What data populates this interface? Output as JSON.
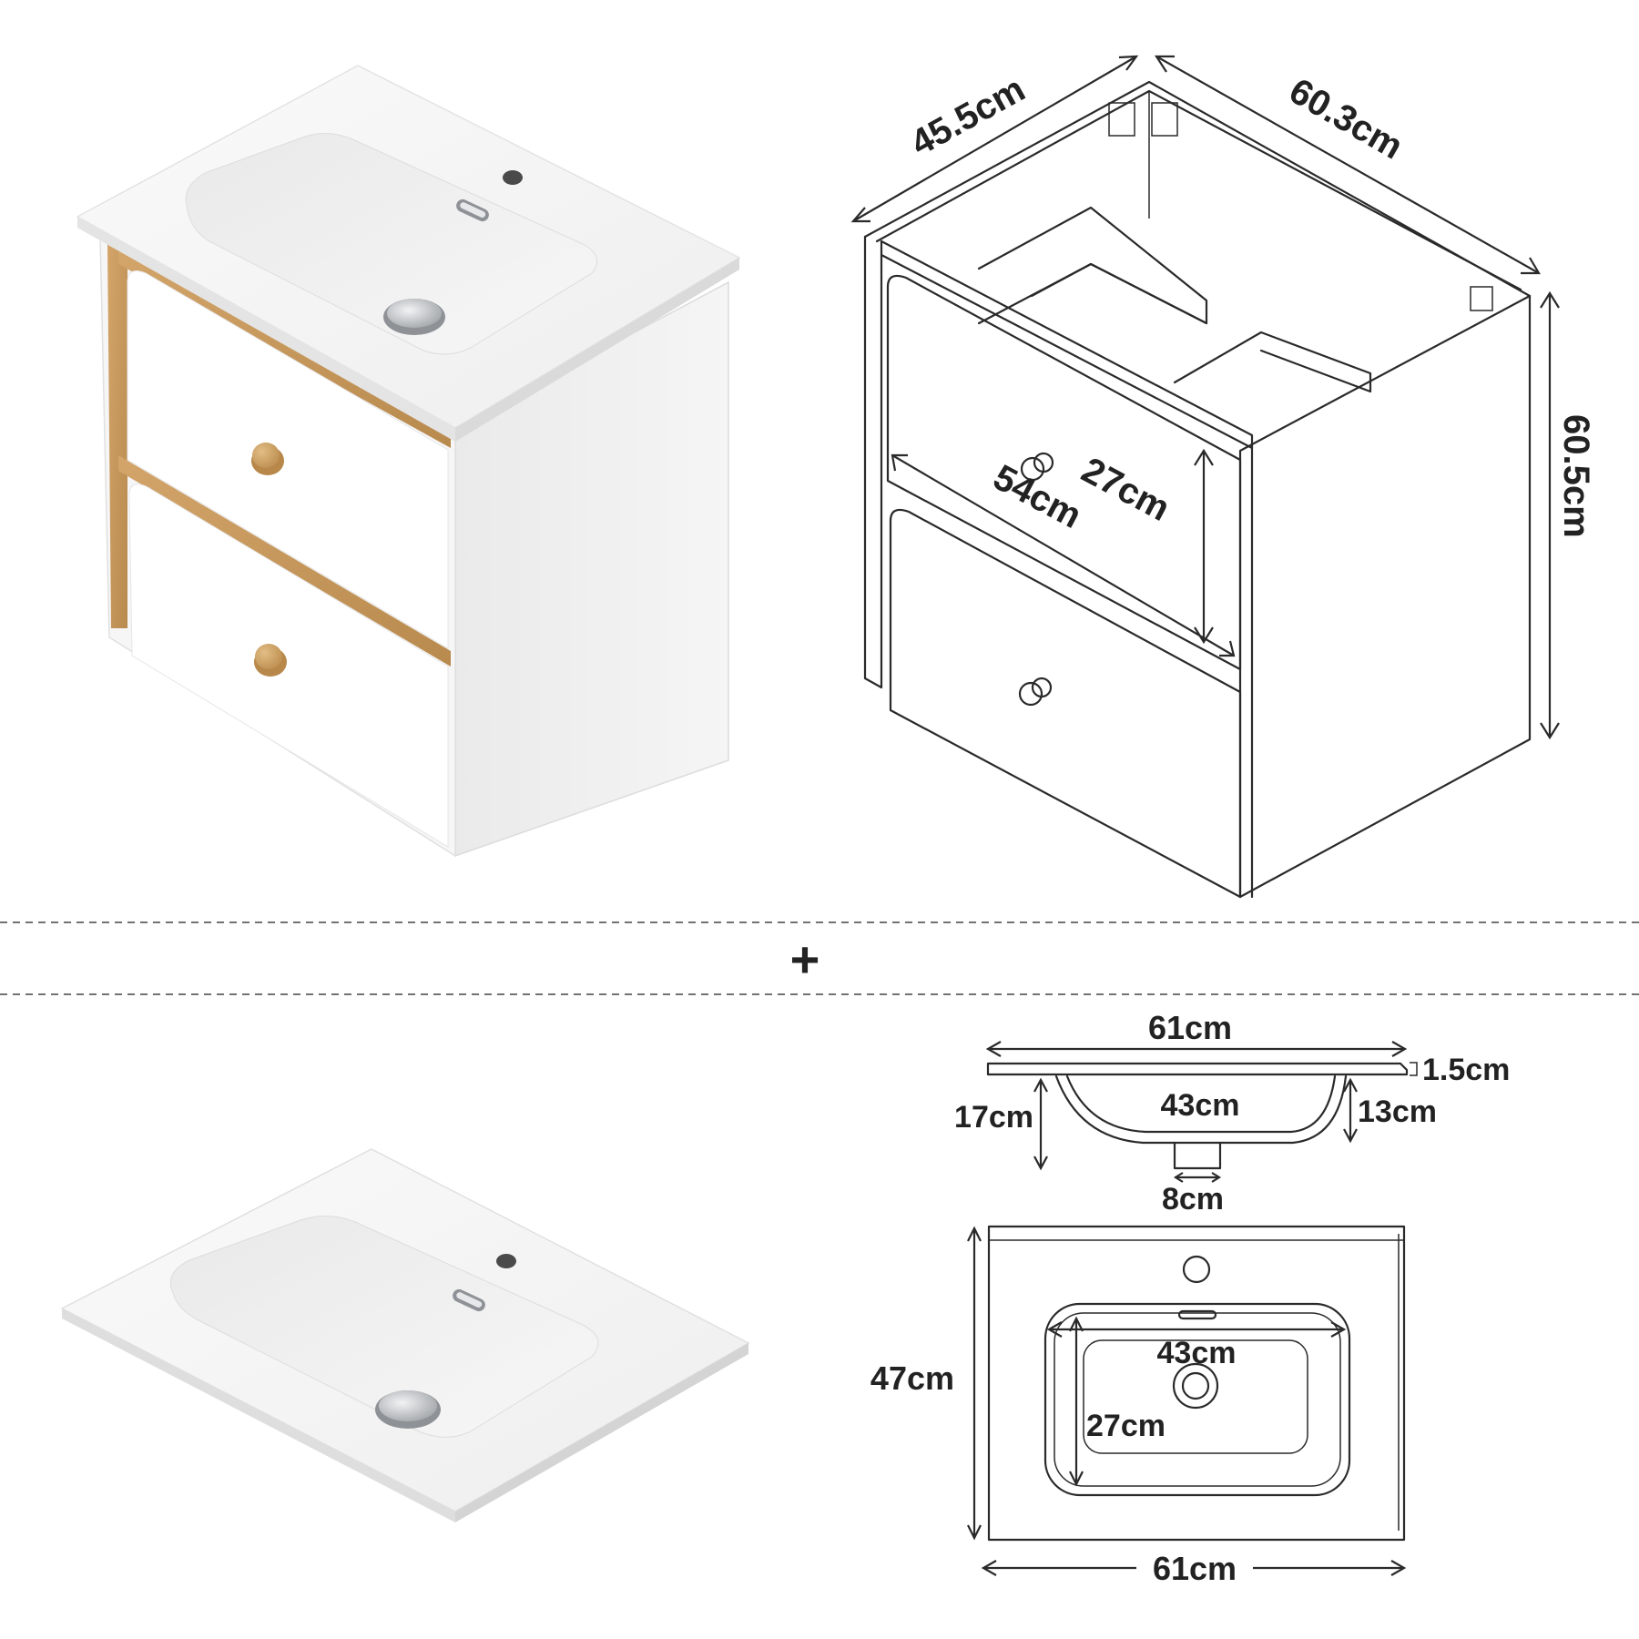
{
  "cabinet": {
    "depth": "45.5cm",
    "width": "60.3cm",
    "height": "60.5cm",
    "drawer_width": "54cm",
    "drawer_height": "27cm"
  },
  "basin_side": {
    "total_width": "61cm",
    "rim_thickness": "1.5cm",
    "total_depth": "17cm",
    "bowl_width": "43cm",
    "bowl_depth": "13cm",
    "drain_width": "8cm"
  },
  "basin_top": {
    "depth": "47cm",
    "bowl_width": "43cm",
    "bowl_depth": "27cm",
    "width": "61cm"
  },
  "separator": {
    "symbol": "+"
  },
  "colors": {
    "line": "#2a2a2a",
    "wood": "#c89a5c",
    "white_body": "#f4f4f4",
    "chrome": "#b8bcc0"
  }
}
